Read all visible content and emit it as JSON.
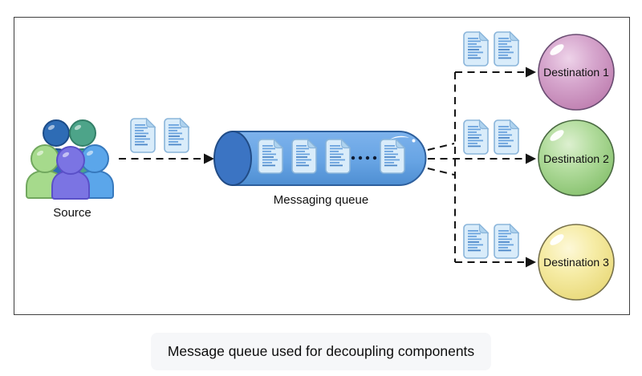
{
  "diagram": {
    "source": {
      "label": "Source",
      "icon": "people-group-icon",
      "people_count": 5,
      "people_colors": [
        "#2e6cb5",
        "#4da489",
        "#a6da8c",
        "#7b74e3",
        "#5ba6ea"
      ]
    },
    "queue": {
      "label": "Messaging queue",
      "icon": "cylinder-icon",
      "visible_documents": 4,
      "ellipsis_dots": 4,
      "body_color": "#67a4e4",
      "cap_color": "#3b74c3"
    },
    "destinations": [
      {
        "label": "Destination 1",
        "icon": "sphere-icon",
        "color": "#cf93c4",
        "documents": 2
      },
      {
        "label": "Destination 2",
        "icon": "sphere-icon",
        "color": "#a3d48e",
        "documents": 2
      },
      {
        "label": "Destination 3",
        "icon": "sphere-icon",
        "color": "#f2e795",
        "documents": 2
      }
    ],
    "messages": {
      "icon": "document-icon",
      "source_to_queue_count": 2,
      "page_color": "#d9ecfa"
    },
    "connections": {
      "style": "dashed-arrow",
      "source_to_queue": "Source → Messaging queue",
      "queue_to_destinations": [
        "Messaging queue → Destination 1",
        "Messaging queue → Destination 2",
        "Messaging queue → Destination 3"
      ]
    },
    "caption": "Message queue used for decoupling components"
  }
}
